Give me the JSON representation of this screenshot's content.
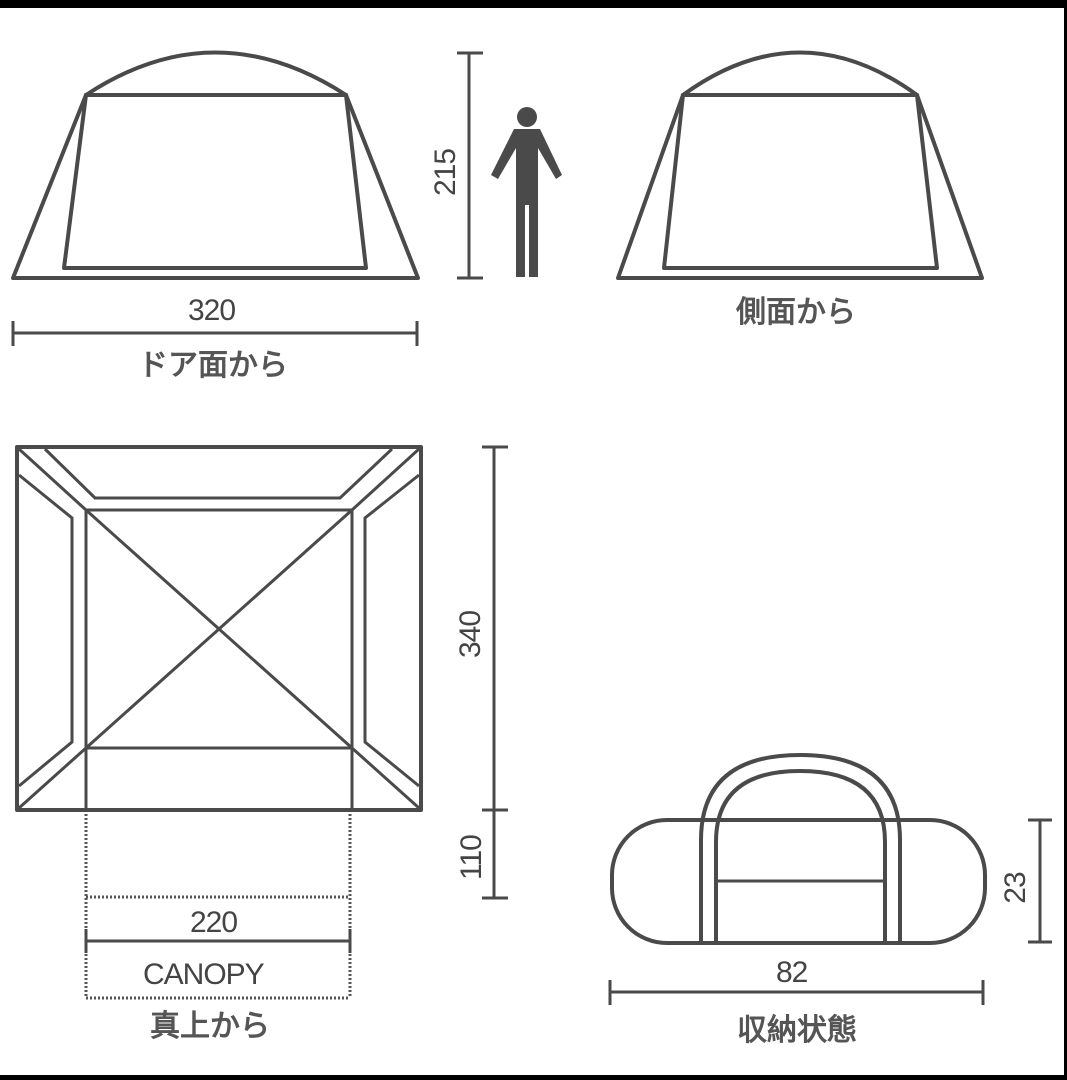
{
  "views": {
    "door_side": {
      "caption": "ドア面から",
      "width_label": "320"
    },
    "side": {
      "caption": "側面から"
    },
    "height": {
      "label": "215",
      "icon": "person-icon"
    },
    "top": {
      "caption": "真上から",
      "depth_label": "340",
      "canopy_depth_label": "110",
      "canopy_width_label": "220",
      "canopy_label": "CANOPY"
    },
    "storage": {
      "caption": "収納状態",
      "length_label": "82",
      "height_label": "23"
    }
  },
  "colors": {
    "line": "#4a4a4a",
    "background": "#ffffff",
    "frame": "#000000"
  }
}
